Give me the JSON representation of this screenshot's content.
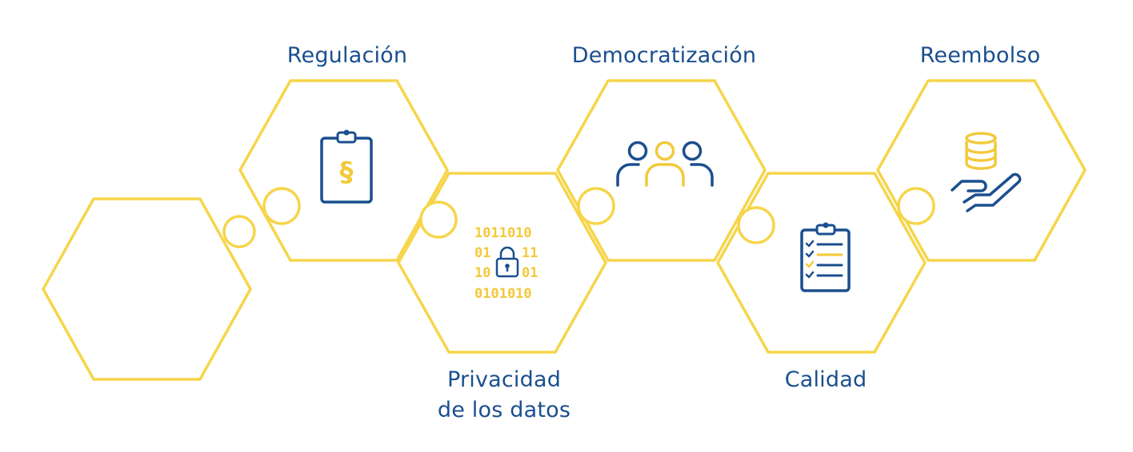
{
  "colors": {
    "hex_stroke": "#f6d54a",
    "icon_blue": "#1a4f8f",
    "icon_yellow": "#f3c93a",
    "label_blue": "#1a4f8f"
  },
  "labels": {
    "regulacion": "Regulación",
    "privacidad_line1": "Privacidad",
    "privacidad_line2": "de los datos",
    "democratizacion": "Democratización",
    "calidad": "Calidad",
    "reembolso": "Reembolso"
  },
  "icons": {
    "regulacion": "clipboard-section-icon",
    "privacidad": "binary-lock-icon",
    "democratizacion": "people-group-icon",
    "calidad": "checklist-clipboard-icon",
    "reembolso": "coins-hand-icon"
  },
  "binary": {
    "row1": "1011010",
    "row2_left": "01",
    "row2_right": "11",
    "row3_left": "10",
    "row3_right": "01",
    "row4": "0101010"
  },
  "symbols": {
    "section": "§"
  }
}
